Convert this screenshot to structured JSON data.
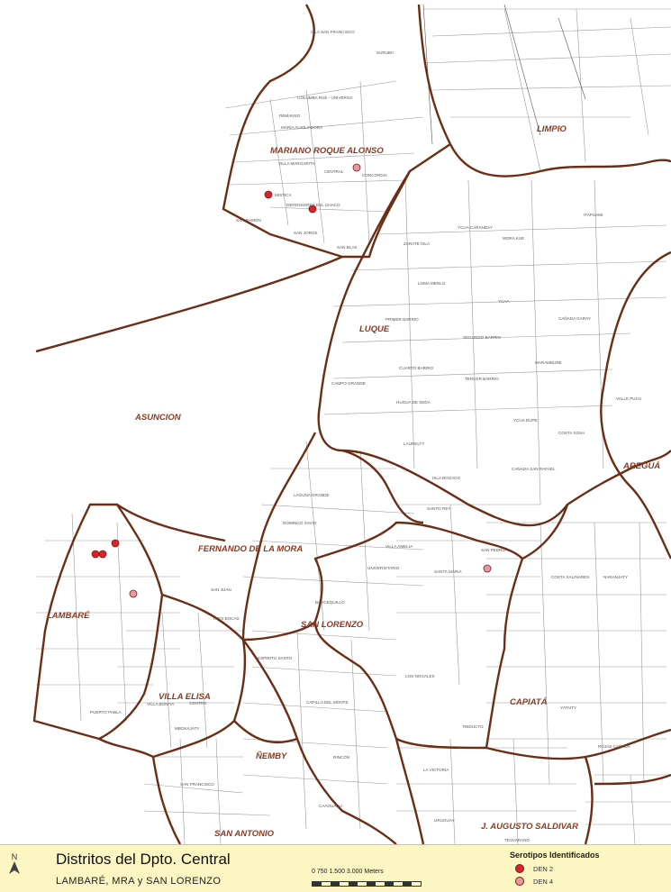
{
  "map": {
    "districts": [
      {
        "id": "mra",
        "label": "MARIANO ROQUE ALONSO"
      },
      {
        "id": "limpio",
        "label": "LIMPIO"
      },
      {
        "id": "luque",
        "label": "LUQUE"
      },
      {
        "id": "asuncion",
        "label": "ASUNCION"
      },
      {
        "id": "fdm",
        "label": "FERNANDO DE LA MORA"
      },
      {
        "id": "aregua",
        "label": "AREGUÁ"
      },
      {
        "id": "lambare",
        "label": "LAMBARÉ"
      },
      {
        "id": "sanlorenzo",
        "label": "SAN LORENZO"
      },
      {
        "id": "villaelisa",
        "label": "VILLA ELISA"
      },
      {
        "id": "capiata",
        "label": "CAPIATÁ"
      },
      {
        "id": "nemby",
        "label": "ÑEMBY"
      },
      {
        "id": "jas",
        "label": "J. AUGUSTO SALDIVAR"
      },
      {
        "id": "sanantonio",
        "label": "SAN ANTONIO"
      }
    ],
    "barrios": [
      {
        "id": "b1",
        "label": "ISLA SAN FRANCISCO"
      },
      {
        "id": "b2",
        "label": "SURUBI'I"
      },
      {
        "id": "b3",
        "label": "COLUMBA RUE - UNIVERSO"
      },
      {
        "id": "b4",
        "label": "REMANSO"
      },
      {
        "id": "b5",
        "label": "MARIA AUXILIADORA"
      },
      {
        "id": "b6",
        "label": "VILLA MARGARITA"
      },
      {
        "id": "b7",
        "label": "CENTRAL"
      },
      {
        "id": "b8",
        "label": "CONCORDIA"
      },
      {
        "id": "b9",
        "label": "MISTICA"
      },
      {
        "id": "b10",
        "label": "DEFENSORES DEL CHACO"
      },
      {
        "id": "b11",
        "label": "SAN RAMÓN"
      },
      {
        "id": "b12",
        "label": "SAN JORGE"
      },
      {
        "id": "b13",
        "label": "SAN BLAS"
      },
      {
        "id": "b14",
        "label": "ZARATE ISLA"
      },
      {
        "id": "b15",
        "label": "YCUA CARANDAY"
      },
      {
        "id": "b16",
        "label": "MORA KUE"
      },
      {
        "id": "b17",
        "label": "ITAPUAMI"
      },
      {
        "id": "b18",
        "label": "LOMA MERLO"
      },
      {
        "id": "b19",
        "label": "YCAA"
      },
      {
        "id": "b20",
        "label": "PRIMER BARRIO"
      },
      {
        "id": "b21",
        "label": "SEGUNDO BARRIO"
      },
      {
        "id": "b22",
        "label": "CAÑADA GARAY"
      },
      {
        "id": "b23",
        "label": "CUARTO BARRIO"
      },
      {
        "id": "b24",
        "label": "TERCER BARRIO"
      },
      {
        "id": "b25",
        "label": "MARAMBURE"
      },
      {
        "id": "b26",
        "label": "CAMPO GRANDE"
      },
      {
        "id": "b27",
        "label": "HUGUA DE SEDA"
      },
      {
        "id": "b28",
        "label": "YCUA DUPE"
      },
      {
        "id": "b29",
        "label": "LAURELTY"
      },
      {
        "id": "b30",
        "label": "COSTA SOSA"
      },
      {
        "id": "b31",
        "label": "CAÑADA SAN RAFAEL"
      },
      {
        "id": "b32",
        "label": "ISLA BOGADO"
      },
      {
        "id": "b33",
        "label": "SANTO REY"
      },
      {
        "id": "b34",
        "label": "VILLA AMELIA"
      },
      {
        "id": "b35",
        "label": "SAN JUAN"
      },
      {
        "id": "b36",
        "label": "DOMINGO SAVIO"
      },
      {
        "id": "b37",
        "label": "LAGUNA GRANDE"
      },
      {
        "id": "b38",
        "label": "UNIVERSITARIO"
      },
      {
        "id": "b39",
        "label": "SANTA MARIA"
      },
      {
        "id": "b40",
        "label": "SAN PEDRO"
      },
      {
        "id": "b41",
        "label": "BARCEQUILLO"
      },
      {
        "id": "b42",
        "label": "TRES BOCAS"
      },
      {
        "id": "b43",
        "label": "CENTRO"
      },
      {
        "id": "b44",
        "label": "PUERTO PABLA"
      },
      {
        "id": "b45",
        "label": "VILLA BONITA"
      },
      {
        "id": "b46",
        "label": "MBOKAJATY"
      },
      {
        "id": "b47",
        "label": "RINCÓN"
      },
      {
        "id": "b48",
        "label": "LA VICTORIA"
      },
      {
        "id": "b49",
        "label": "REDUCTO"
      },
      {
        "id": "b50",
        "label": "YATAITY"
      },
      {
        "id": "b51",
        "label": "URUGUAY"
      },
      {
        "id": "b52",
        "label": "CAAGUASU"
      },
      {
        "id": "b53",
        "label": "SAN FRANCISCO"
      },
      {
        "id": "b54",
        "label": "ROJAS CAÑADA"
      },
      {
        "id": "b55",
        "label": "COSTA SALINARES"
      },
      {
        "id": "b56",
        "label": "NARANJATY"
      },
      {
        "id": "b57",
        "label": "VALLE PUCU"
      },
      {
        "id": "b58",
        "label": "ESPIRITU SANTO"
      },
      {
        "id": "b59",
        "label": "CAPILLA DEL MONTE"
      },
      {
        "id": "b60",
        "label": "LOS NOGALES"
      },
      {
        "id": "b61",
        "label": "TESVARANO"
      }
    ],
    "cases": [
      {
        "id": "p1",
        "serotype": "DEN 2"
      },
      {
        "id": "p2",
        "serotype": "DEN 2"
      },
      {
        "id": "p3",
        "serotype": "DEN 4"
      },
      {
        "id": "p4",
        "serotype": "DEN 2"
      },
      {
        "id": "p5",
        "serotype": "DEN 2"
      },
      {
        "id": "p6",
        "serotype": "DEN 2"
      },
      {
        "id": "p7",
        "serotype": "DEN 4"
      },
      {
        "id": "p8",
        "serotype": "DEN 4"
      }
    ],
    "colors": {
      "den2": "#d8232a",
      "den4": "#e89a9a",
      "district_border": "#6b2e14"
    }
  },
  "legend": {
    "title": "Distritos del Dpto. Central",
    "subtitle": "LAMBARÉ, MRA y SAN LORENZO",
    "north": "N",
    "scale_text": "0   750  1.500         3.000 Meters",
    "serotypes_title": "Serotipos Identificados",
    "serotypes": [
      {
        "label": "DEN 2",
        "color": "#d8232a"
      },
      {
        "label": "DEN 4",
        "color": "#e89a9a"
      }
    ]
  }
}
